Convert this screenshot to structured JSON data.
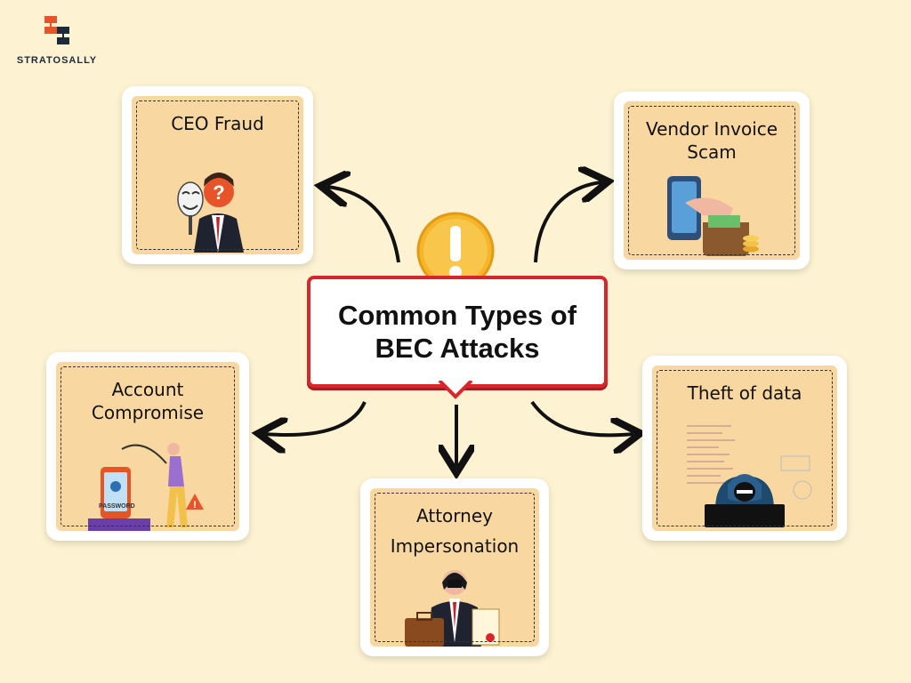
{
  "logo": {
    "text": "STRATOSALLY"
  },
  "center": {
    "line1": "Common Types of",
    "line2": "BEC Attacks"
  },
  "cards": {
    "ceo": {
      "title": "CEO Fraud"
    },
    "vendor": {
      "title_line1": "Vendor Invoice",
      "title_line2": "Scam"
    },
    "account": {
      "title_line1": "Account",
      "title_line2": "Compromise",
      "tag": "PASSWORD"
    },
    "theft": {
      "title": "Theft of data"
    },
    "attorney": {
      "title_line1": "Attorney",
      "title_line2": "Impersonation"
    }
  },
  "colors": {
    "background": "#fdf3d3",
    "card_inner": "#f8d8a0",
    "accent_red": "#d9262b",
    "warning_yellow": "#f5b62a"
  },
  "icons": [
    "warning-icon",
    "logo-mark-icon"
  ]
}
